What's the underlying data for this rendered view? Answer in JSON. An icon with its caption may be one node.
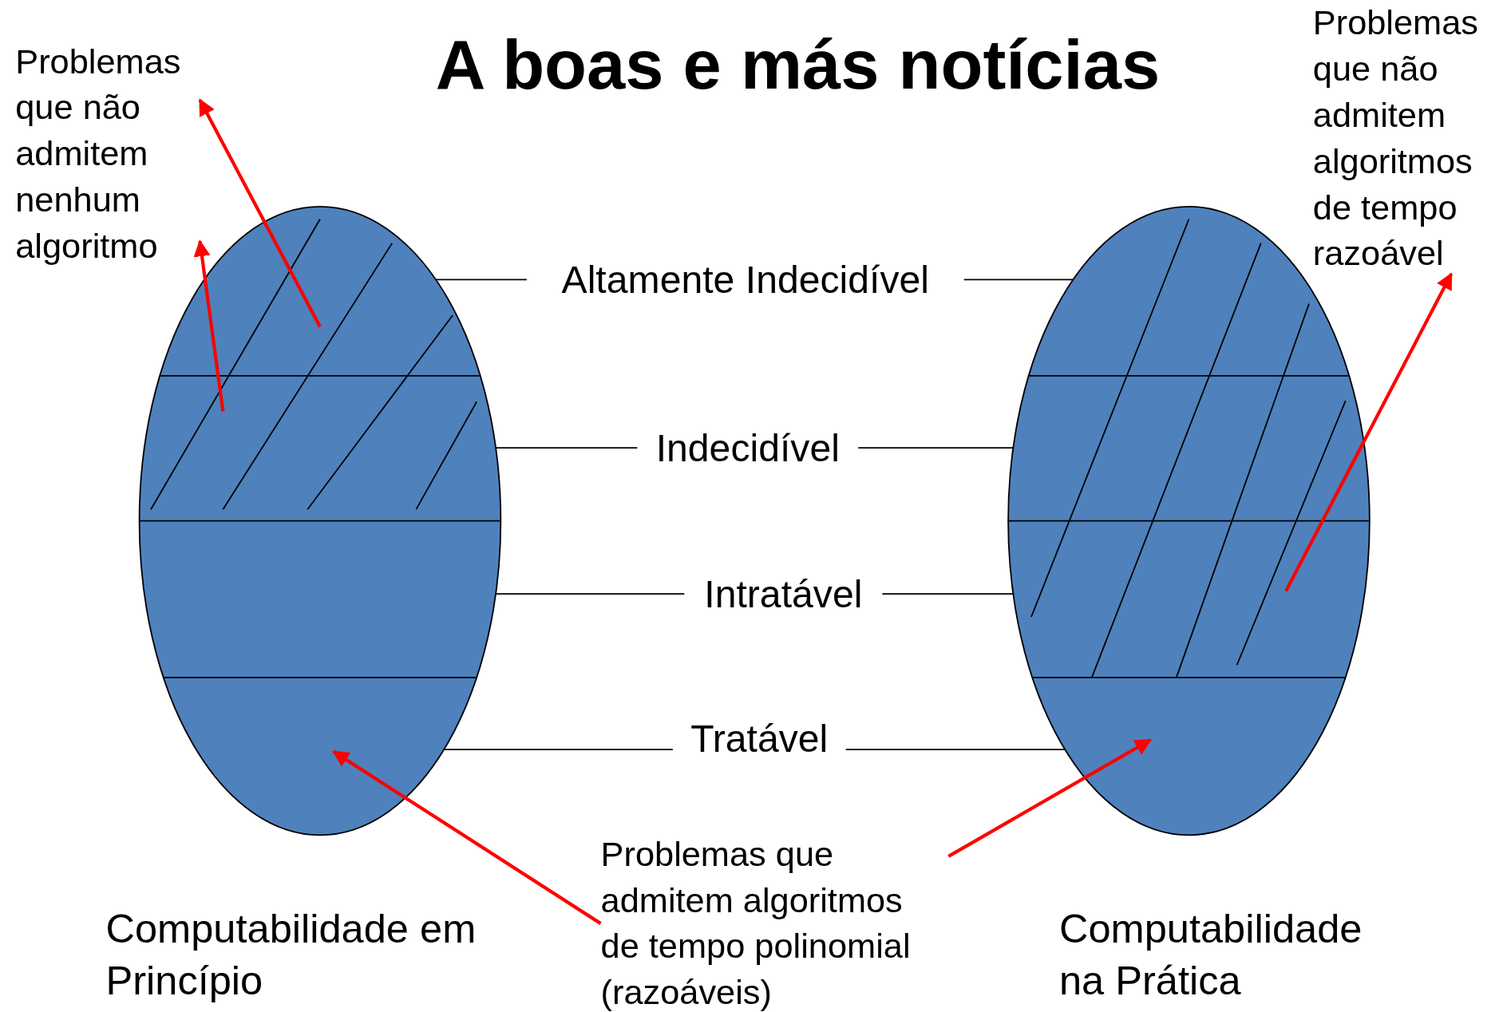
{
  "diagram": {
    "title": "A boas e más notícias",
    "nodes": [
      {
        "text": [
          "Problemas que não admitem nenhum algoritmo"
        ]
      },
      {
        "text": [
          "Problemas que não admitem algoritmos de tempo razoável"
        ]
      },
      {
        "text": [],
        "shape": "ellipse",
        "beside": [
          "Computabilidade em Princípio"
        ]
      },
      {
        "text": [],
        "shape": "ellipse",
        "beside": [
          "Computabilidade na Prática"
        ]
      },
      {
        "text": [
          "Altamente Indecidível"
        ]
      },
      {
        "text": [
          "Indecidível"
        ]
      },
      {
        "text": [
          "Intratável"
        ]
      },
      {
        "text": [
          "Tratável"
        ]
      },
      {
        "text": [
          "Problemas que admitem algoritmos de tempo polinomial (razoáveis)"
        ]
      }
    ],
    "edges": [
      {
        "from": 2,
        "to": 0,
        "arrow": "to",
        "color": "#ff0000"
      },
      {
        "from": 2,
        "to": 0,
        "arrow": "to",
        "color": "#ff0000"
      },
      {
        "from": 3,
        "to": 1,
        "arrow": "to",
        "color": "#ff0000"
      },
      {
        "from": 8,
        "to": 2,
        "arrow": "to",
        "color": "#ff0000"
      },
      {
        "from": 8,
        "to": 3,
        "arrow": "to",
        "color": "#ff0000"
      },
      {
        "from": 4,
        "to": 2,
        "arrow": "none"
      },
      {
        "from": 4,
        "to": 3,
        "arrow": "none"
      },
      {
        "from": 5,
        "to": 2,
        "arrow": "none"
      },
      {
        "from": 5,
        "to": 3,
        "arrow": "none"
      },
      {
        "from": 6,
        "to": 2,
        "arrow": "none"
      },
      {
        "from": 6,
        "to": 3,
        "arrow": "none"
      },
      {
        "from": 7,
        "to": 2,
        "arrow": "none"
      },
      {
        "from": 7,
        "to": 3,
        "arrow": "none"
      }
    ]
  }
}
